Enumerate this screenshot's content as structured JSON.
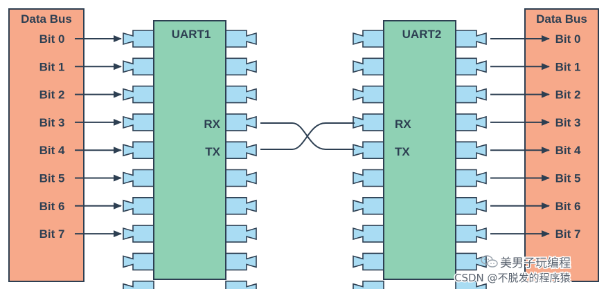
{
  "left_bus": {
    "title": "Data Bus",
    "bits": [
      "Bit 0",
      "Bit 1",
      "Bit 2",
      "Bit 3",
      "Bit 4",
      "Bit 5",
      "Bit 6",
      "Bit 7"
    ]
  },
  "right_bus": {
    "title": "Data Bus",
    "bits": [
      "Bit 0",
      "Bit 1",
      "Bit 2",
      "Bit 3",
      "Bit 4",
      "Bit 5",
      "Bit 6",
      "Bit 7"
    ]
  },
  "uart1": {
    "title": "UART1",
    "rx_label": "RX",
    "tx_label": "TX"
  },
  "uart2": {
    "title": "UART2",
    "rx_label": "RX",
    "tx_label": "TX"
  },
  "watermark": {
    "line1": "美男子玩编程",
    "line2": "CSDN @不脱发的程序猿",
    "icon": "wechat-icon"
  },
  "colors": {
    "bus_fill": "#f7a98a",
    "chip_fill": "#8fd1b4",
    "pin_fill": "#a9dcf3",
    "outline": "#2d3f52"
  }
}
